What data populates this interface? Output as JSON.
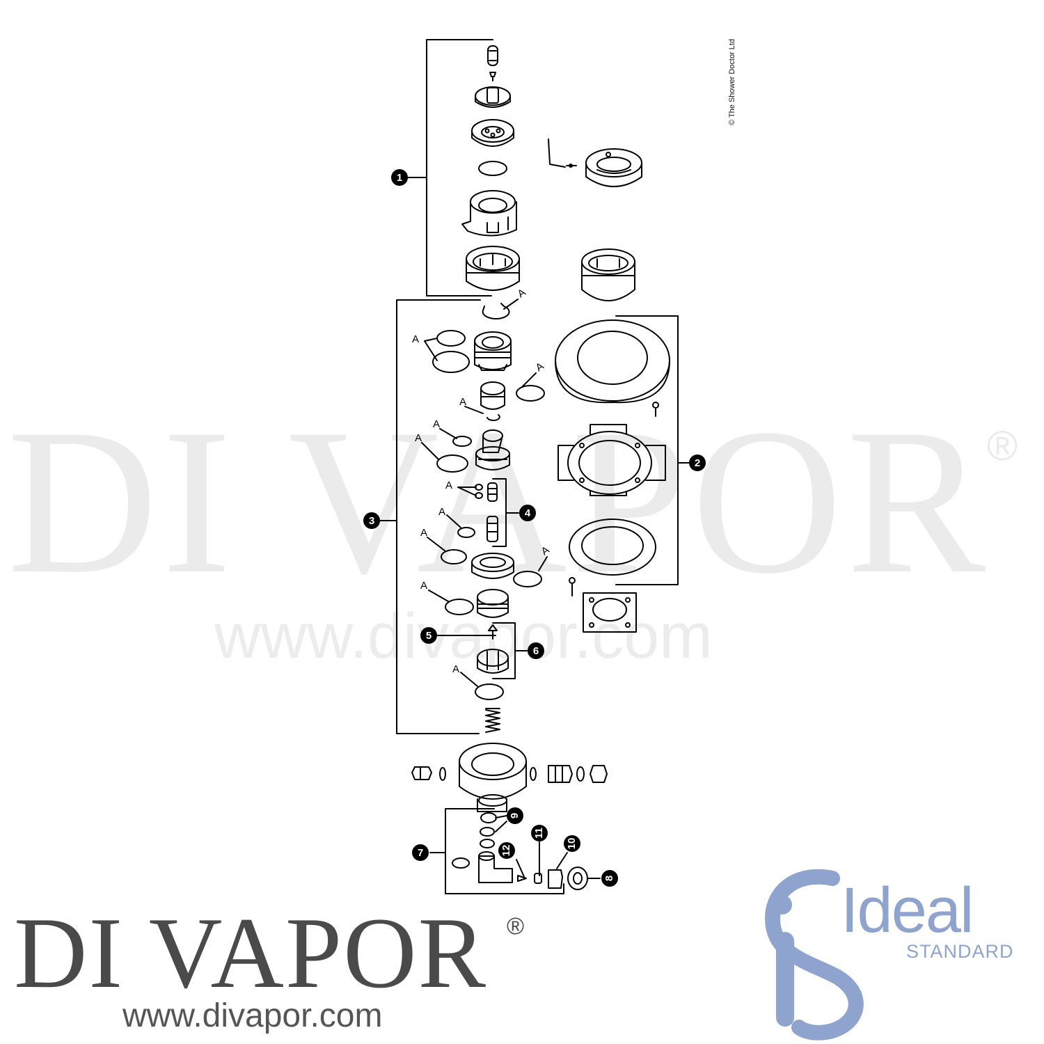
{
  "watermark": {
    "brand": "DI VAPOR",
    "registered": "®",
    "url": "www.divapor.com"
  },
  "copyright": "© The Shower Doctor Ltd",
  "brand_logo": {
    "name": "DI VAPOR",
    "registered": "®",
    "url": "www.divapor.com"
  },
  "manufacturer_logo": {
    "word": "Ideal",
    "sub": "STANDARD",
    "color": "#8ea4cf"
  },
  "callouts": [
    "1",
    "2",
    "3",
    "4",
    "5",
    "6",
    "7",
    "8",
    "9",
    "10",
    "11",
    "12"
  ],
  "seal_label": "A",
  "colors": {
    "line": "#000000",
    "badge": "#000000",
    "watermark": "#000000"
  }
}
